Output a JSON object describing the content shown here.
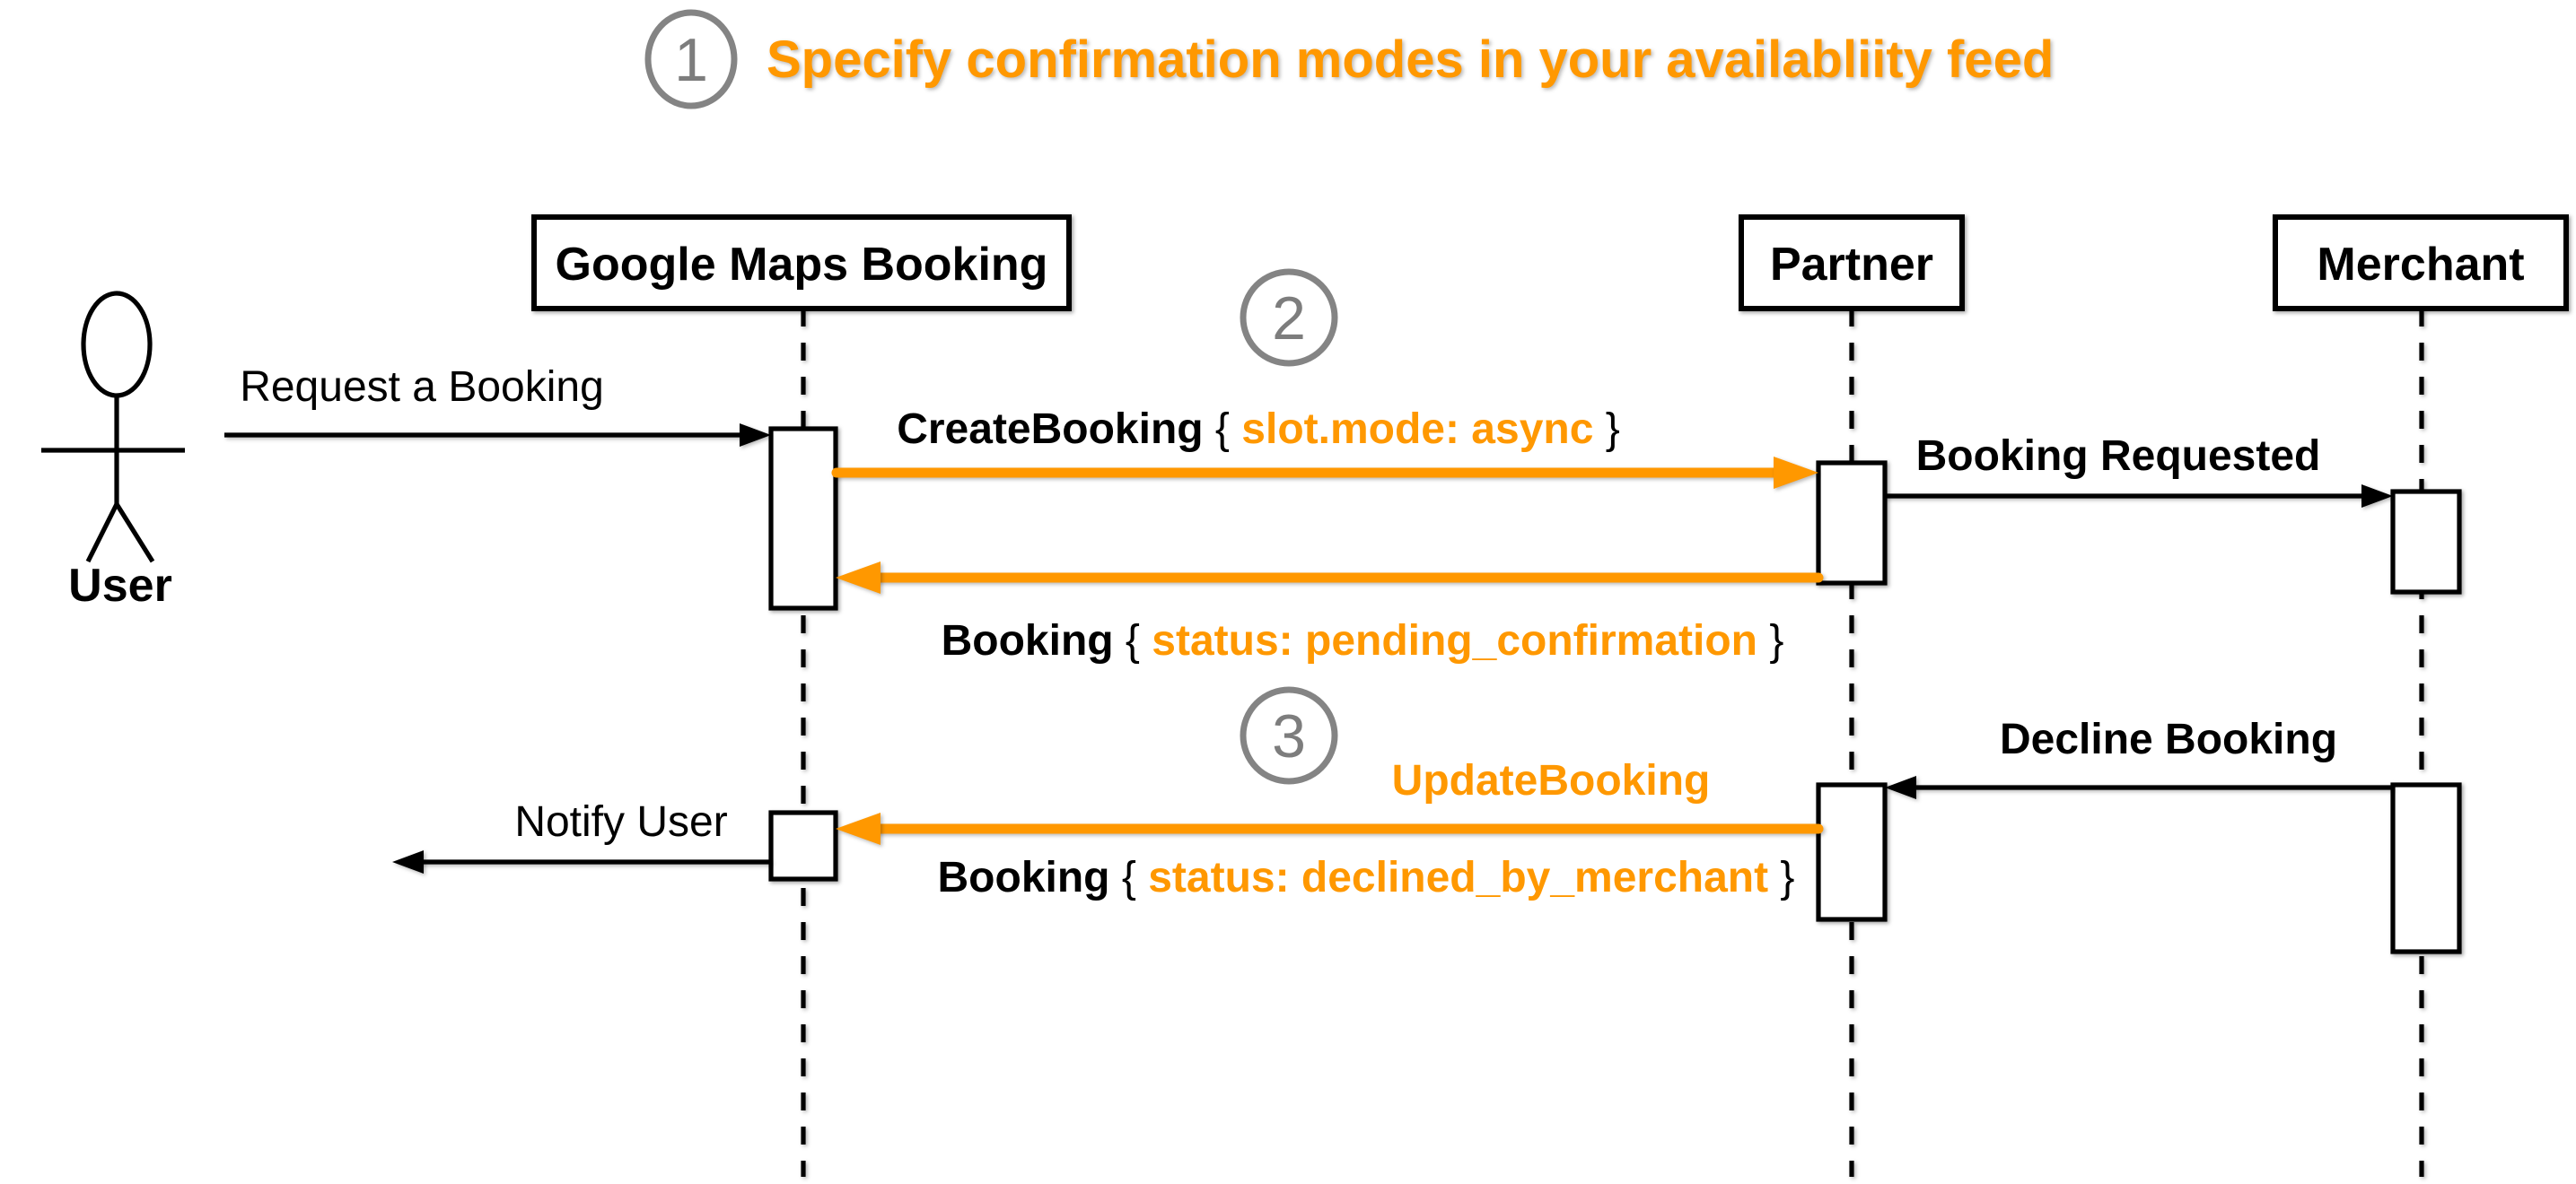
{
  "colors": {
    "orange": "#FF9800",
    "line_black": "#000000",
    "step_badge_gray": "#848484",
    "step_number_gray": "#7d7d7d"
  },
  "title": {
    "step_number": "1",
    "text": "Specify confirmation modes in your availabliity feed"
  },
  "steps": {
    "two": "2",
    "three": "3"
  },
  "actors": {
    "user": {
      "label": "User"
    },
    "google_maps_booking": {
      "label": "Google Maps Booking"
    },
    "partner": {
      "label": "Partner"
    },
    "merchant": {
      "label": "Merchant"
    }
  },
  "messages": {
    "request_booking": {
      "label": "Request a Booking"
    },
    "create_booking": {
      "method": "CreateBooking",
      "brace_open": " { ",
      "param": "slot.mode: async",
      "brace_close": " }"
    },
    "booking_requested": {
      "label": "Booking Requested"
    },
    "booking_pending": {
      "method": "Booking",
      "brace_open": " { ",
      "param": "status: pending_confirmation",
      "brace_close": " }"
    },
    "decline_booking": {
      "label": "Decline Booking"
    },
    "update_booking": {
      "label": "UpdateBooking"
    },
    "booking_declined": {
      "method": "Booking",
      "brace_open": " { ",
      "param": "status: declined_by_merchant",
      "brace_close": " }"
    },
    "notify_user": {
      "label": "Notify User"
    }
  }
}
